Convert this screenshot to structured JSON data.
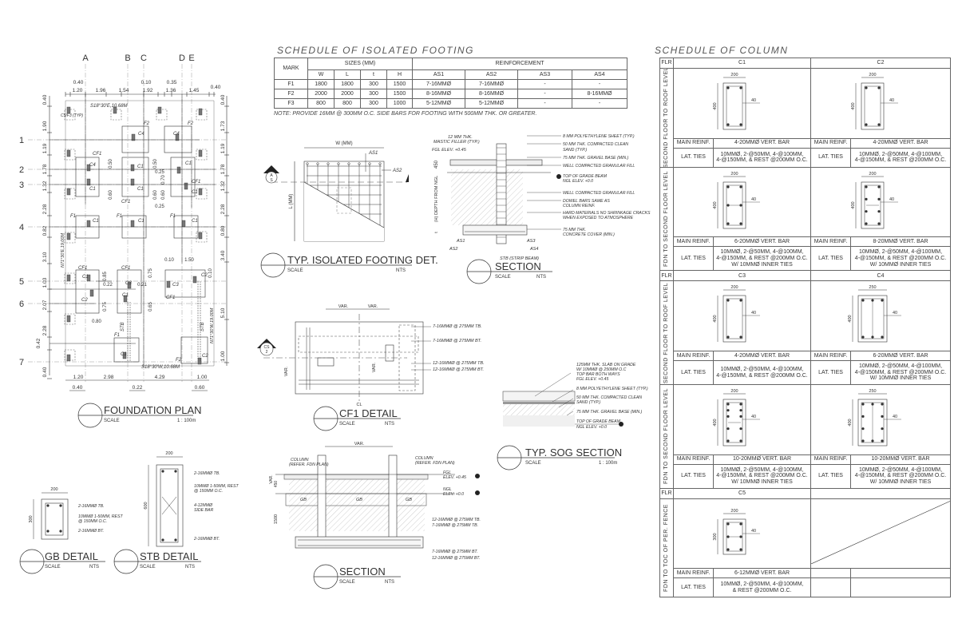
{
  "footing_schedule": {
    "title": "SCHEDULE OF ISOLATED FOOTING",
    "headers": {
      "mark": "MARK",
      "sizes": "SIZES (MM)",
      "reinforcement": "REINFORCEMENT",
      "sub": [
        "W",
        "L",
        "t",
        "H",
        "AS1",
        "AS2",
        "AS3",
        "AS4"
      ]
    },
    "rows": [
      [
        "F1",
        "1800",
        "1800",
        "300",
        "1500",
        "7-16MMØ",
        "7-16MMØ",
        "-",
        "-"
      ],
      [
        "F2",
        "2000",
        "2000",
        "300",
        "1500",
        "8-16MMØ",
        "8-16MMØ",
        "-",
        "8-16MMØ"
      ],
      [
        "F3",
        "800",
        "800",
        "300",
        "1000",
        "5-12MMØ",
        "5-12MMØ",
        "-",
        "-"
      ]
    ],
    "note": "NOTE: PROVIDE 16MM @ 300MM O.C. SIDE BARS FOR FOOTING WITH 500MM THK. OR GREATER."
  },
  "column_schedule": {
    "title": "SCHEDULE OF COLUMN",
    "main_label": "MAIN REINF.",
    "ties_label": "LAT. TIES",
    "groups": [
      {
        "flr": "FLR",
        "marks": [
          "C1",
          "C2"
        ],
        "levels": [
          {
            "label": "SECOND FLOOR TO ROOF LEVEL",
            "cells": [
              {
                "w": "200",
                "h": "400",
                "cover": "40",
                "bars": 4,
                "main": "4-20MMØ VERT. BAR",
                "ties": [
                  "10MMØ, 2-@50MM, 4-@100MM,",
                  "4-@150MM, & REST @200MM O.C."
                ]
              },
              {
                "w": "200",
                "h": "400",
                "cover": "40",
                "bars": 4,
                "main": "4-20MMØ VERT. BAR",
                "ties": [
                  "10MMØ, 2-@50MM, 4-@100MM,",
                  "4-@150MM, & REST @200MM O.C."
                ]
              }
            ]
          },
          {
            "label": "FDN TO SECOND FLOOR LEVEL",
            "cells": [
              {
                "w": "200",
                "h": "400",
                "cover": "40",
                "bars": 6,
                "main": "6-20MMØ VERT. BAR",
                "ties": [
                  "10MMØ, 2-@50MM, 4-@100MM,",
                  "4-@150MM, & REST @200MM O.C.",
                  "W/ 10MMØ INNER TIES"
                ]
              },
              {
                "w": "200",
                "h": "400",
                "cover": "40",
                "bars": 8,
                "main": "8-20MMØ VERT. BAR",
                "ties": [
                  "10MMØ, 2-@50MM, 4-@100MM,",
                  "4-@150MM, & REST @200MM O.C.",
                  "W/ 10MMØ INNER TIES"
                ]
              }
            ]
          }
        ]
      },
      {
        "flr": "FLR",
        "marks": [
          "C3",
          "C4"
        ],
        "levels": [
          {
            "label": "SECOND FLOOR TO ROOF LEVEL",
            "cells": [
              {
                "w": "200",
                "h": "400",
                "cover": "40",
                "bars": 4,
                "main": "4-20MMØ VERT. BAR",
                "ties": [
                  "10MMØ, 2-@50MM, 4-@100MM,",
                  "4-@150MM, & REST @200MM O.C."
                ]
              },
              {
                "w": "250",
                "h": "400",
                "cover": "40",
                "bars": 6,
                "main": "6-20MMØ VERT. BAR",
                "ties": [
                  "10MMØ, 2-@50MM, 4-@100MM,",
                  "4-@150MM, & REST @200MM O.C.",
                  "W/ 10MMØ INNER TIES"
                ]
              }
            ]
          },
          {
            "label": "FDN TO SECOND FLOOR LEVEL",
            "cells": [
              {
                "w": "200",
                "h": "400",
                "cover": "40",
                "bars": 10,
                "main": "10-20MMØ VERT. BAR",
                "ties": [
                  "10MMØ, 2-@50MM, 4-@100MM,",
                  "4-@150MM, & REST @200MM O.C.",
                  "W/ 10MMØ INNER TIES"
                ]
              },
              {
                "w": "250",
                "h": "400",
                "cover": "40",
                "bars": 10,
                "main": "10-20MMØ VERT. BAR",
                "ties": [
                  "10MMØ, 2-@50MM, 4-@100MM,",
                  "4-@150MM, & REST @200MM O.C.",
                  "W/ 10MMØ INNER TIES"
                ]
              }
            ]
          }
        ]
      },
      {
        "flr": "FLR",
        "marks": [
          "C5",
          ""
        ],
        "levels": [
          {
            "label": "FDN TO TOC OF PER. FENCE",
            "cells": [
              {
                "w": "200",
                "h": "300",
                "cover": "40",
                "bars": 6,
                "main": "6-12MMØ VERT. BAR",
                "ties": [
                  "10MMØ, 2-@50MM, 4-@100MM,",
                  "& REST @200MM O.C."
                ]
              },
              null
            ]
          }
        ]
      }
    ]
  },
  "foundation_plan": {
    "grid_letters": [
      "A",
      "B",
      "C",
      "D",
      "E"
    ],
    "grid_numbers": [
      "1",
      "2",
      "3",
      "4",
      "5",
      "6",
      "7"
    ],
    "top_dims": [
      "1.20",
      "1.96",
      "1.54",
      "1.92",
      "1.36",
      "1.45"
    ],
    "top_offsets": [
      "0.40",
      "0.10",
      "0.35",
      "0.40"
    ],
    "left_dims": [
      "0.40",
      "1.90",
      "1.19",
      "1.78",
      "1.32",
      "2.28",
      "0.82",
      "3.10",
      "1.03",
      "2.07",
      "2.28",
      "0.42",
      "0.40"
    ],
    "right_dims": [
      "0.40",
      "1.73",
      "1.19",
      "1.78",
      "1.32",
      "2.28",
      "0.80",
      "3.40",
      "5.10",
      "1.00"
    ],
    "bottom_dims": [
      "1.20",
      "2.98",
      "4.29",
      "1.00"
    ],
    "bottom_offsets": [
      "0.40",
      "0.22",
      "0.60"
    ],
    "inner_dims": [
      "0.50",
      "0.60",
      "0.50",
      "0.60",
      "0.25",
      "0.70",
      "0.60",
      "0.25",
      "0.85",
      "0.75",
      "0.22",
      "0.21",
      "0.75",
      "0.65",
      "0.80",
      "0.10",
      "1.50",
      "0.10"
    ],
    "bearings": [
      "S18°30'E,10.68M",
      "N71°30'E,19.00M",
      "N71°30'W,19.00M",
      "S18°30'W,10.68M"
    ],
    "labels": [
      "F2",
      "C4",
      "F2",
      "C4",
      "CF1",
      "C4",
      "C1",
      "C1",
      "C1",
      "CF1",
      "C1",
      "CF1",
      "C1",
      "F1",
      "C1",
      "F1",
      "C1",
      "F1",
      "C1",
      "CF1",
      "C1",
      "C2",
      "CF1",
      "C3",
      "C1",
      "C2",
      "C3",
      "CF1",
      "F1",
      "C1",
      "F2",
      "C2",
      "STB",
      "STB",
      "C5/F3 (TYP)"
    ],
    "title": "FOUNDATION PLAN",
    "scale_label": "SCALE",
    "scale": "1 : 100m"
  },
  "isolated_footing_detail": {
    "w_label": "W (MM)",
    "l_label": "L (MM)",
    "as1": "AS1",
    "as2": "AS2",
    "section_marker": [
      "A",
      "S"
    ],
    "title": "TYP. ISOLATED FOOTING DET.",
    "scale_label": "SCALE",
    "scale": "NTS"
  },
  "footing_section": {
    "notes_left": [
      "12 MM THK.",
      "MASTIC FILLER (TYP.)",
      "FGL ELEV. +0.45"
    ],
    "notes_right": [
      "8 MM POLYETHYLENE SHEET (TYP.)",
      "50 MM THK. COMPACTED CLEAN",
      "SAND (TYP.)",
      "75 MM THK. GRAVEL BASE (MIN.)",
      "WELL COMPACTED GRANULAR FILL",
      "TOP OF GRADE BEAM",
      "NGL ELEV. +0.0",
      "WELL COMPACTED GRANULAR FILL",
      "DOWEL BARS SAME AS",
      "COLUMN REINF.",
      "HARD MATERIALS NO SHRINKAGE CRACKS",
      "WHEN EXPOSED TO ATMOSPHERE",
      "75 MM THK.",
      "CONCRETE COVER (MIN.)"
    ],
    "dims": [
      "450",
      "(H) DEPTH FROM NGL",
      "t"
    ],
    "bars": [
      "AS1",
      "AS2",
      "AS3",
      "AS4",
      "STB (STRIP BEAM)"
    ],
    "title": "SECTION",
    "scale_label": "SCALE",
    "scale": "NTS"
  },
  "cf1_detail": {
    "dims": [
      "VAR.",
      "VAR.",
      "VAR.",
      "VAR.",
      "CL"
    ],
    "notes": [
      "7-16MMØ @ 275MM TB.",
      "7-16MMØ @ 275MM BT.",
      "12-16MMØ @ 275MM TB.",
      "12-16MMØ @ 275MM BT."
    ],
    "section_marker": [
      "CS",
      "2"
    ],
    "title": "CF1 DETAIL",
    "scale_label": "SCALE",
    "scale": "NTS"
  },
  "sog_section": {
    "notes": [
      "125MM THK. SLAB ON GRADE",
      "W/ 10MMØ @ 250MM O.C",
      "TOP BAR BOTH WAYS",
      "FGL ELEV. +0.45",
      "8 MM POLYETHYLENE SHEET (TYP.)",
      "50 MM THK. COMPACTED CLEAN",
      "SAND (TYP.)",
      "75 MM THK. GRAVEL BASE (MIN.)",
      "TOP OF GRADE BEAM",
      "NGL ELEV. +0.0"
    ],
    "title": "TYP. SOG SECTION",
    "scale_label": "SCALE",
    "scale": "1 : 100m"
  },
  "cf_section": {
    "dims": [
      "VAR.",
      "VAR.",
      "450",
      "1500"
    ],
    "notes": [
      "COLUMN",
      "(REFER. FDN PLAN)",
      "COLUMN",
      "(REFER. FDN PLAN)",
      "FGL",
      "ELEV. +0.45",
      "NGL",
      "ELEV. +0.0",
      "12-16MMØ @ 275MM TB.",
      "7-16MMØ @ 275MM TB.",
      "7-16MMØ @ 275MM BT.",
      "12-16MMØ @ 275MM BT."
    ],
    "gb": "GB",
    "title": "SECTION",
    "scale_label": "SCALE",
    "scale": "NTS"
  },
  "gb_detail": {
    "dims": [
      "200",
      "300"
    ],
    "notes": [
      "2-16MMØ TB.",
      "10MMØ 1-50MM, REST",
      "@ 150MM O.C.",
      "2-16MMØ BT."
    ],
    "title": "GB DETAIL",
    "scale_label": "SCALE",
    "scale": "NTS"
  },
  "stb_detail": {
    "dims": [
      "200",
      "600"
    ],
    "notes": [
      "2-16MMØ TB.",
      "10MMØ 1-50MM, REST",
      "@ 150MM O.C.",
      "4-12MMØ",
      "SIDE BAR",
      "2-16MMØ BT."
    ],
    "title": "STB DETAIL",
    "scale_label": "SCALE",
    "scale": "NTS"
  },
  "colors": {
    "line": "#333333",
    "grid": "#9a9a9a",
    "hatch": "#cfcfcf"
  }
}
